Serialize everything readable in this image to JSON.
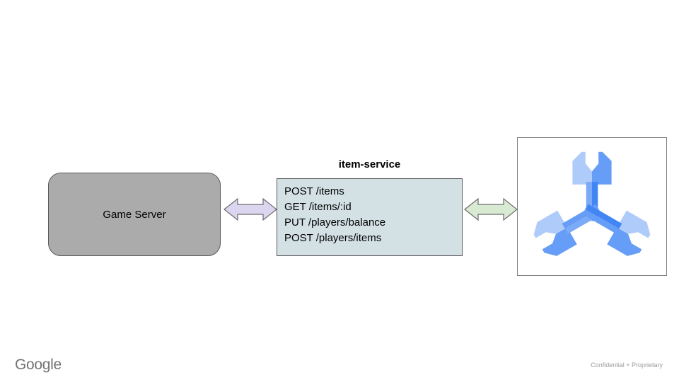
{
  "slide": {
    "nodes": {
      "game_server": {
        "label": "Game Server"
      },
      "item_service": {
        "title": "item-service",
        "endpoints": [
          "POST /items",
          "GET /items/:id",
          "PUT /players/balance",
          "POST /players/items"
        ]
      },
      "spanner": {
        "icon": "cloud-spanner-icon"
      }
    },
    "connectors": {
      "left": "double-arrow",
      "right": "double-arrow"
    },
    "footer": {
      "brand": "Google",
      "confidentiality": "Confidential + Proprietary"
    },
    "colors": {
      "game_server_fill": "#ababab",
      "item_service_fill": "#d3e0e4",
      "shape_border": "#595959",
      "arrow_left_fill": "#dcd5ef",
      "arrow_right_fill": "#d9ead3",
      "arrow_border": "#6b6b6b",
      "spanner_dark": "#4285f4",
      "spanner_medium": "#669df6",
      "spanner_soft": "#7baaf7",
      "spanner_light": "#aecbfa"
    }
  }
}
